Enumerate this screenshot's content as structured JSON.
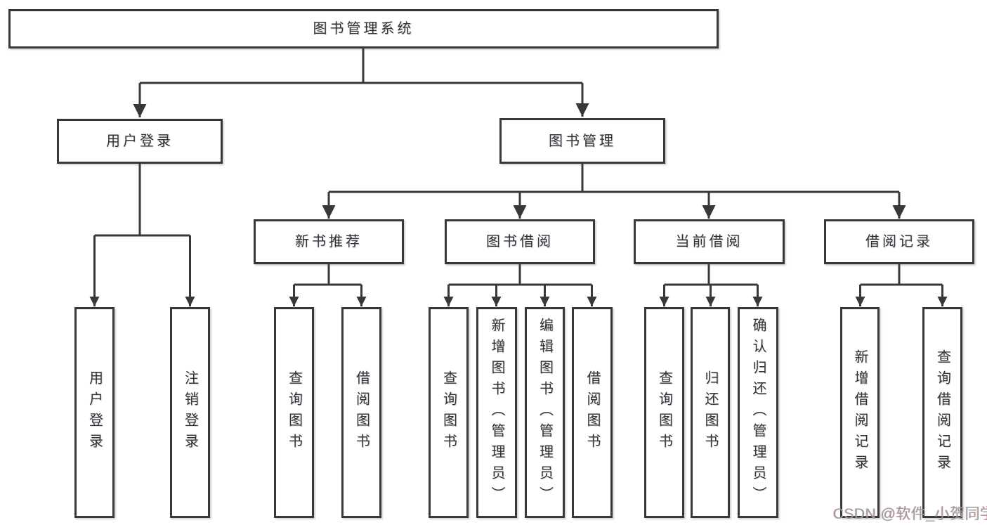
{
  "colors": {
    "line": "#383838",
    "text": "#333333",
    "wm": "#9b9ba3",
    "bg": "#ffffff"
  },
  "watermark": {
    "text": "CSDN @软件_小贺同学"
  },
  "tree": {
    "label": "图书管理系统",
    "children": [
      {
        "label": "用户登录",
        "children": [
          {
            "label": "用户登录"
          },
          {
            "label": "注销登录"
          }
        ]
      },
      {
        "label": "图书管理",
        "children": [
          {
            "label": "新书推荐",
            "children": [
              {
                "label": "查询图书"
              },
              {
                "label": "借阅图书"
              }
            ]
          },
          {
            "label": "图书借阅",
            "children": [
              {
                "label": "查询图书"
              },
              {
                "label": "新增图书（管理员）"
              },
              {
                "label": "编辑图书（管理员）"
              },
              {
                "label": "借阅图书"
              }
            ]
          },
          {
            "label": "当前借阅",
            "children": [
              {
                "label": "查询图书"
              },
              {
                "label": "归还图书"
              },
              {
                "label": "确认归还（管理员）"
              }
            ]
          },
          {
            "label": "借阅记录",
            "children": [
              {
                "label": "新增借阅记录"
              },
              {
                "label": "查询借阅记录"
              }
            ]
          }
        ]
      }
    ]
  }
}
